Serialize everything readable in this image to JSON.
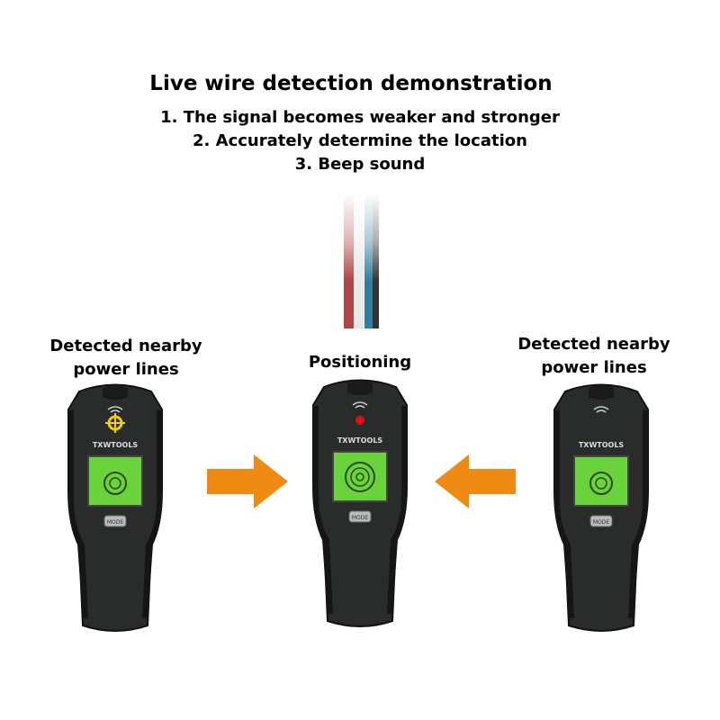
{
  "heading": "Live wire detection demonstration",
  "points": [
    "1. The signal becomes weaker and stronger",
    "2. Accurately determine the location",
    "3. Beep sound"
  ],
  "devices": [
    {
      "label_line1": "Detected nearby",
      "label_line2": "power lines",
      "indicator": "crosshair-icon",
      "indicator_color": "#f0d000",
      "brand": "TXWTOOLS",
      "button": "MODE"
    },
    {
      "label_line1": "Positioning",
      "label_line2": "",
      "indicator": "red-light-icon",
      "indicator_color": "#e01010",
      "brand": "TXWTOOLS",
      "button": "MODE"
    },
    {
      "label_line1": "Detected nearby",
      "label_line2": "power lines",
      "indicator": "wifi-icon",
      "indicator_color": "#cccccc",
      "brand": "TXWTOOLS",
      "button": "MODE"
    }
  ],
  "colors": {
    "arrow": "#ef8a12",
    "screen": "#6ad23a",
    "body": "#2a2c2c"
  }
}
